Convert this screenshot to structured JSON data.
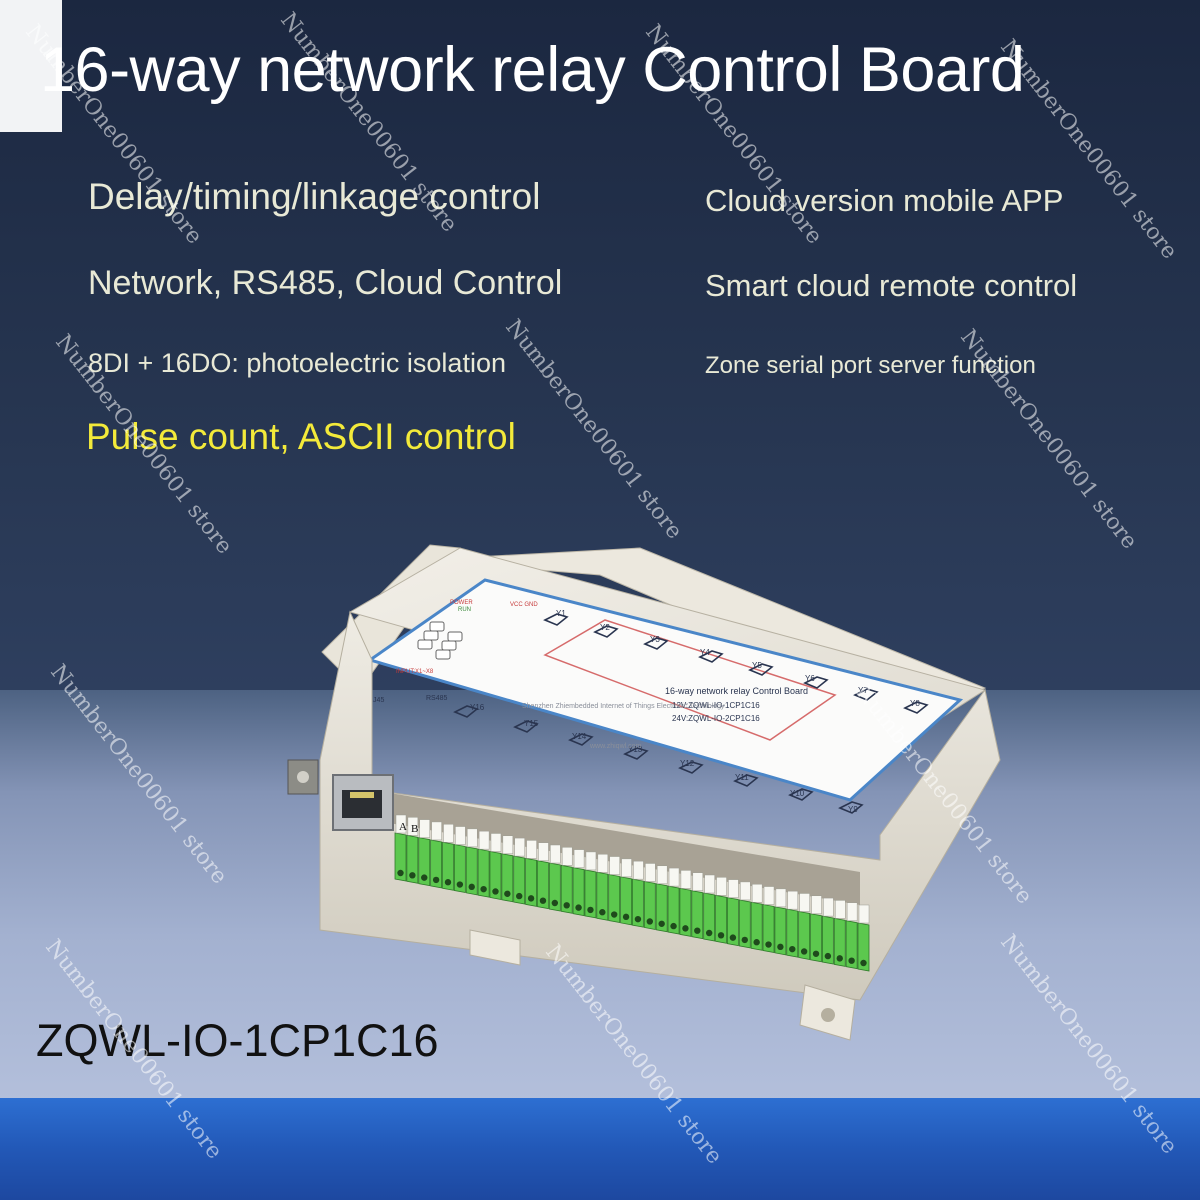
{
  "banner": {
    "title": "16-way network relay Control Board",
    "features_left": [
      "Delay/timing/linkage control",
      "Network, RS485, Cloud Control",
      "8DI + 16DO: photoelectric isolation",
      "Pulse count, ASCII control"
    ],
    "features_right": [
      "Cloud version mobile APP",
      "Smart cloud remote control",
      "Zone serial port server function"
    ],
    "model": "ZQWL-IO-1CP1C16",
    "watermark": "NumberOne00601 store"
  },
  "board_label": {
    "line1": "16-way network relay Control Board",
    "line2": "12V:ZQWL-IO-1CP1C16",
    "line3": "24V:ZQWL-IO-2CP1C16",
    "maker": "Shenzhen Zhiembedded Internet of Things Electronic Technology",
    "url": "www.zhiqwl.com",
    "rj45": "RJ45",
    "rs485": "RS485",
    "power": "POWER",
    "run": "RUN",
    "vcc_gnd": "VCC GND",
    "input": "INPUT:X1~X8",
    "terminal_a": "A",
    "terminal_b": "B"
  },
  "relay_labels_top": [
    "Y1",
    "Y2",
    "Y3",
    "Y4",
    "Y5",
    "Y6",
    "Y7",
    "Y8"
  ],
  "relay_labels_bottom": [
    "Y16",
    "Y15",
    "Y14",
    "Y13",
    "Y12",
    "Y11",
    "Y10",
    "Y9"
  ],
  "colors": {
    "background_top": "#1f2d44",
    "background_bottom": "#a3b1d0",
    "band": "#2258b7",
    "title": "#ffffff",
    "feature_text": "#e8e9d6",
    "highlight_text": "#f3ea3a",
    "housing": "#e6e1d4",
    "terminal": "#5cc84e",
    "panel_border": "#4a86c8"
  }
}
